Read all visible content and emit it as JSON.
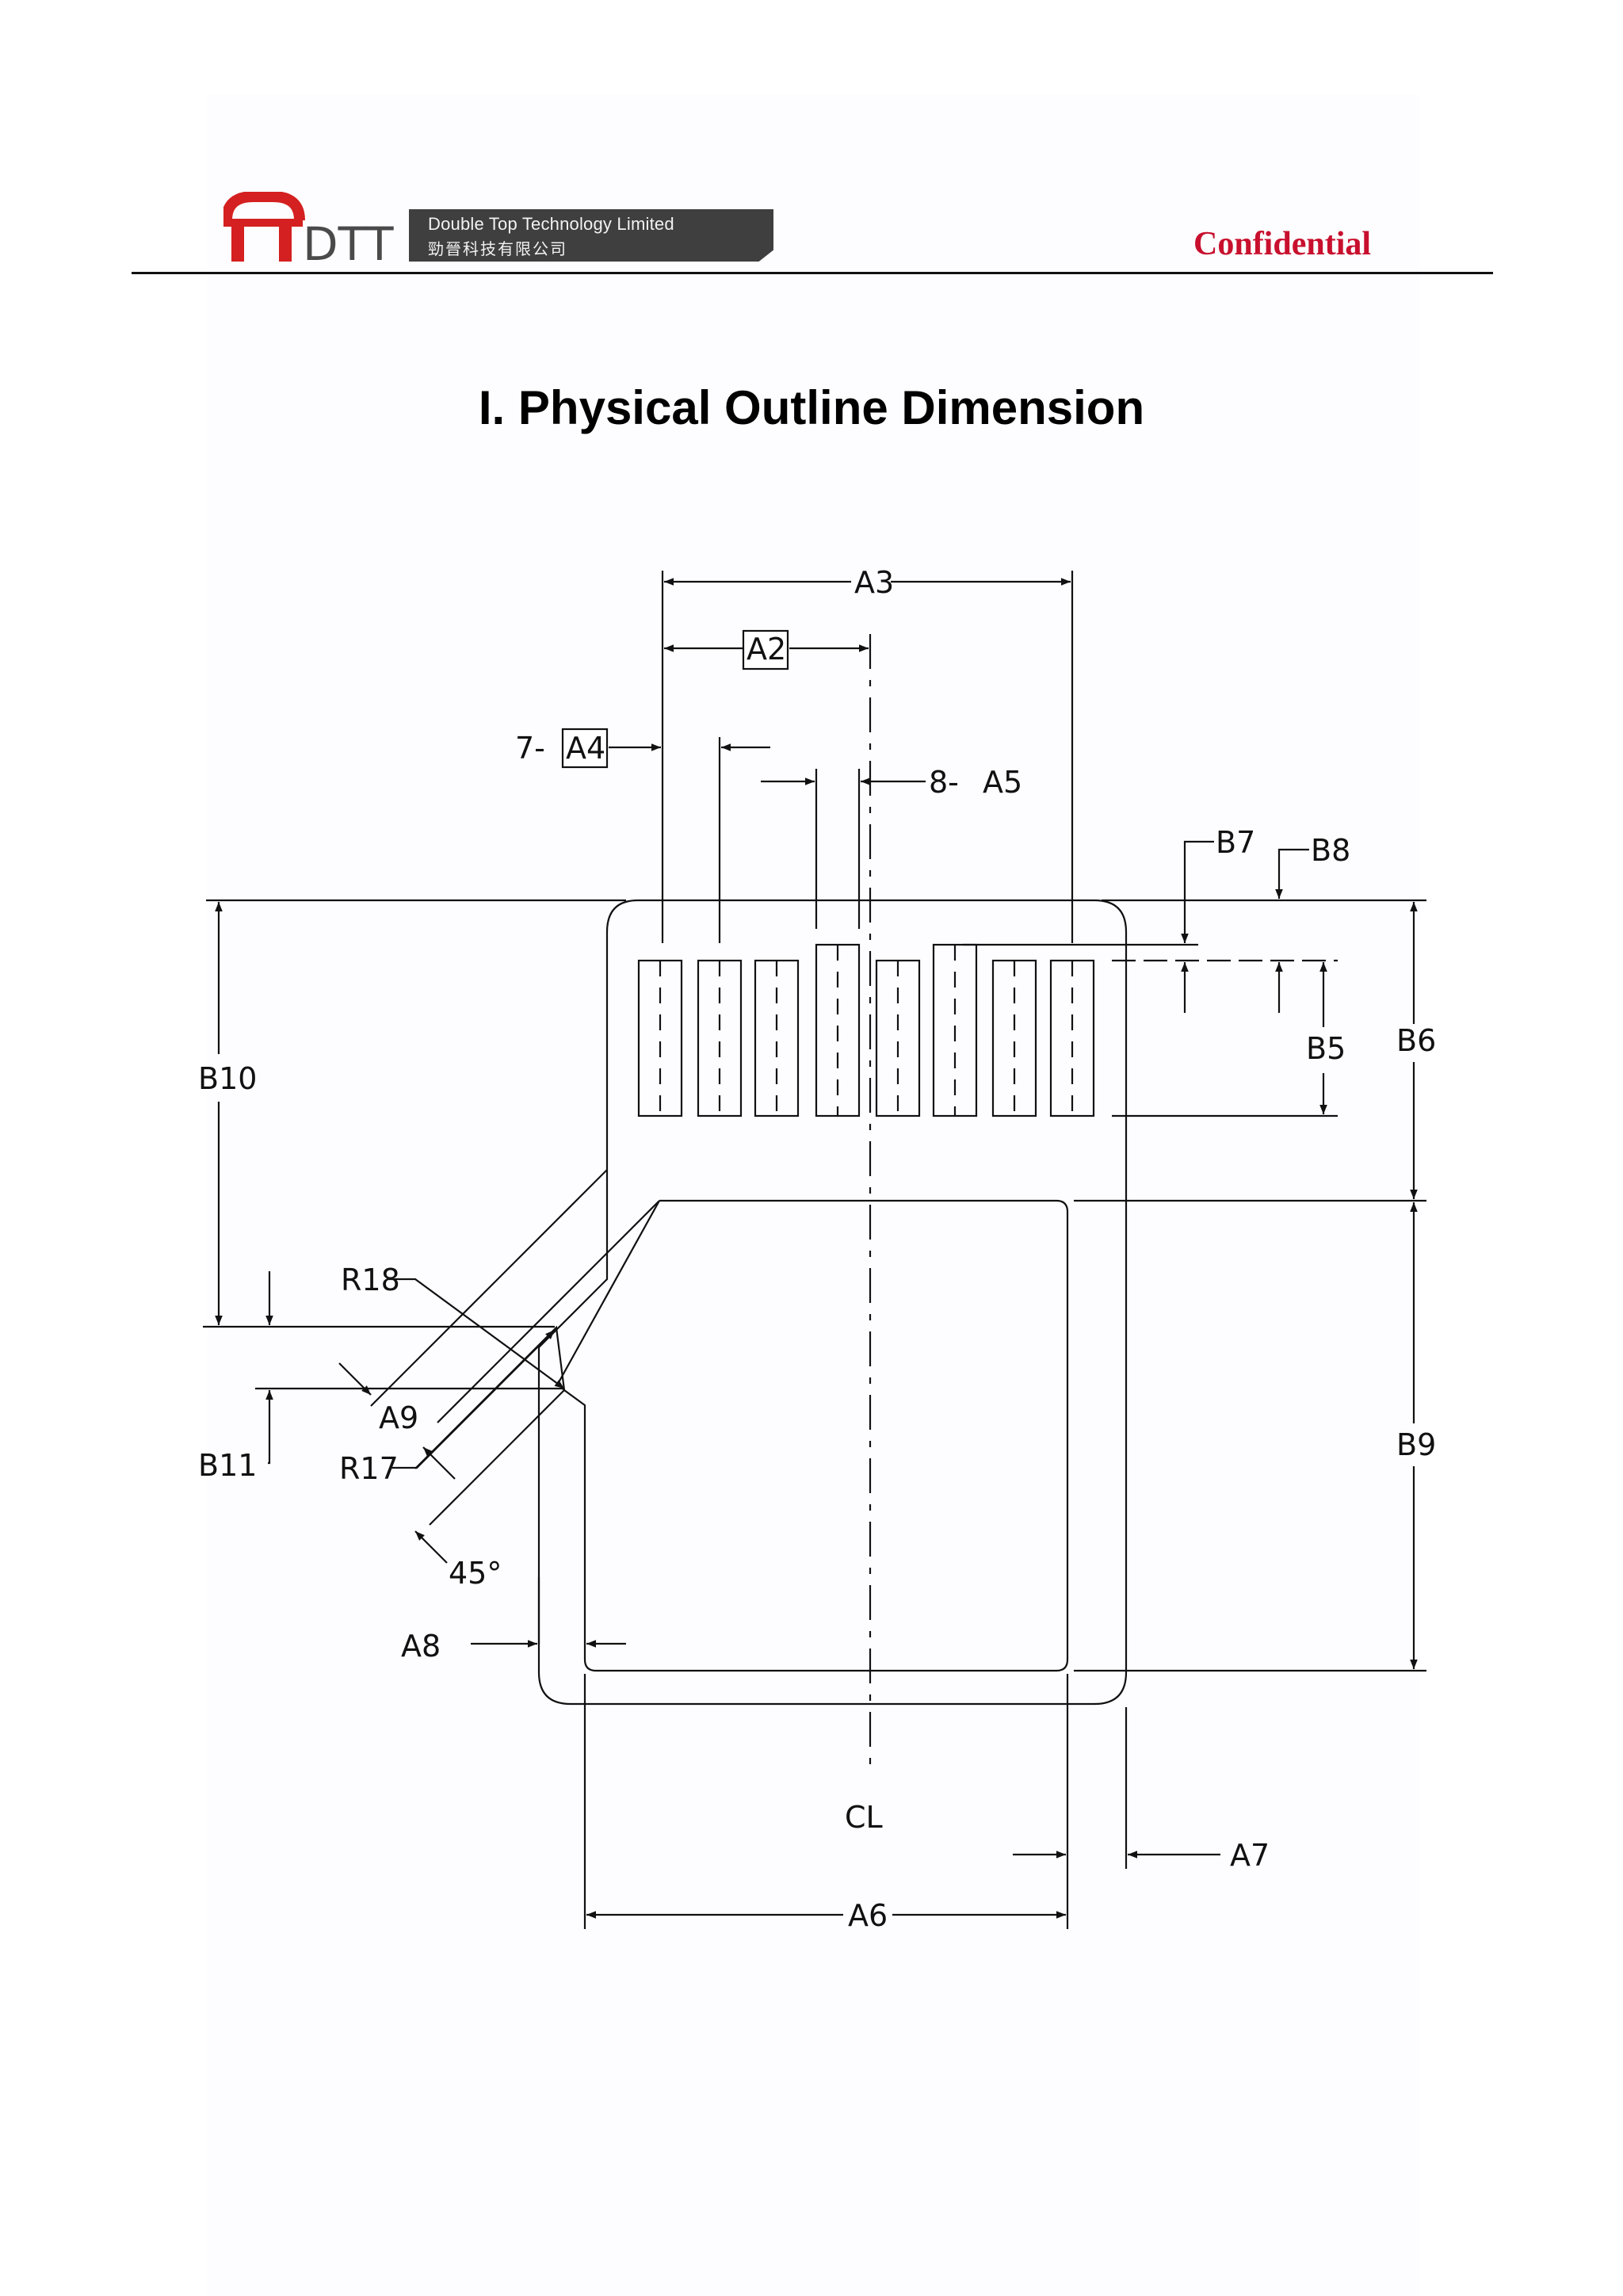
{
  "header": {
    "logo_text": "DTT",
    "company_en": "Double Top Technology Limited",
    "company_cn": "勁晉科技有限公司",
    "confidential": "Confidential"
  },
  "title": "I. Physical Outline Dimension",
  "drawing_labels": {
    "A2": "A2",
    "A3": "A3",
    "A4_prefix": "7-",
    "A4": "A4",
    "A5_prefix": "8-",
    "A5": "A5",
    "A6": "A6",
    "A7": "A7",
    "A8": "A8",
    "A9": "A9",
    "B5": "B5",
    "B6": "B6",
    "B7": "B7",
    "B8": "B8",
    "B9": "B9",
    "B10": "B10",
    "B11": "B11",
    "R17": "R17",
    "R18": "R18",
    "angle": "45°",
    "CL": "CL"
  },
  "colors": {
    "confidential": "#c8102e",
    "logo_red": "#d42020",
    "banner": "#3f3f3f",
    "line": "#111111"
  }
}
